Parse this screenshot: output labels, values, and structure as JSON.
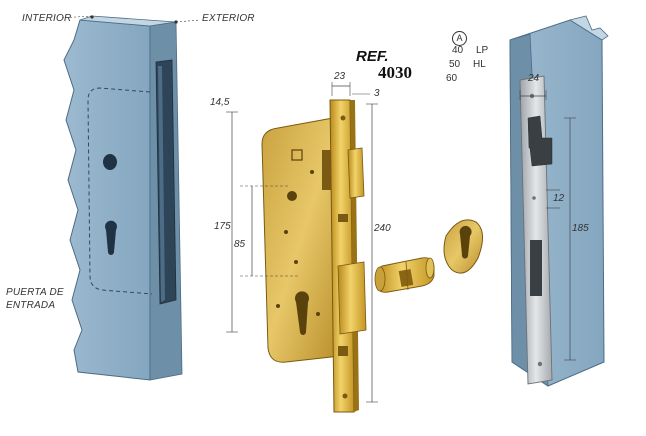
{
  "labels": {
    "interior": "INTERIOR",
    "exterior": "EXTERIOR",
    "door_line1": "PUERTA DE",
    "door_line2": "ENTRADA"
  },
  "reference": {
    "prefix": "REF.",
    "number": "4030"
  },
  "backset_table": {
    "marker": "A",
    "values": [
      "40",
      "50",
      "60"
    ],
    "codes": [
      "LP",
      "HL"
    ]
  },
  "dimensions": {
    "faceplate_width": "23",
    "faceplate_thickness": "3",
    "top_offset": "14,5",
    "height_175": "175",
    "spacing_85": "85",
    "faceplate_height": "240",
    "strike_width": "24",
    "strike_gap": "12",
    "strike_height": "185"
  },
  "colors": {
    "door_face": "#8fb0c8",
    "door_edge": "#5c7f99",
    "brass": "#d9b23a",
    "brass_dark": "#a67c12",
    "steel": "#b9bcbf"
  }
}
